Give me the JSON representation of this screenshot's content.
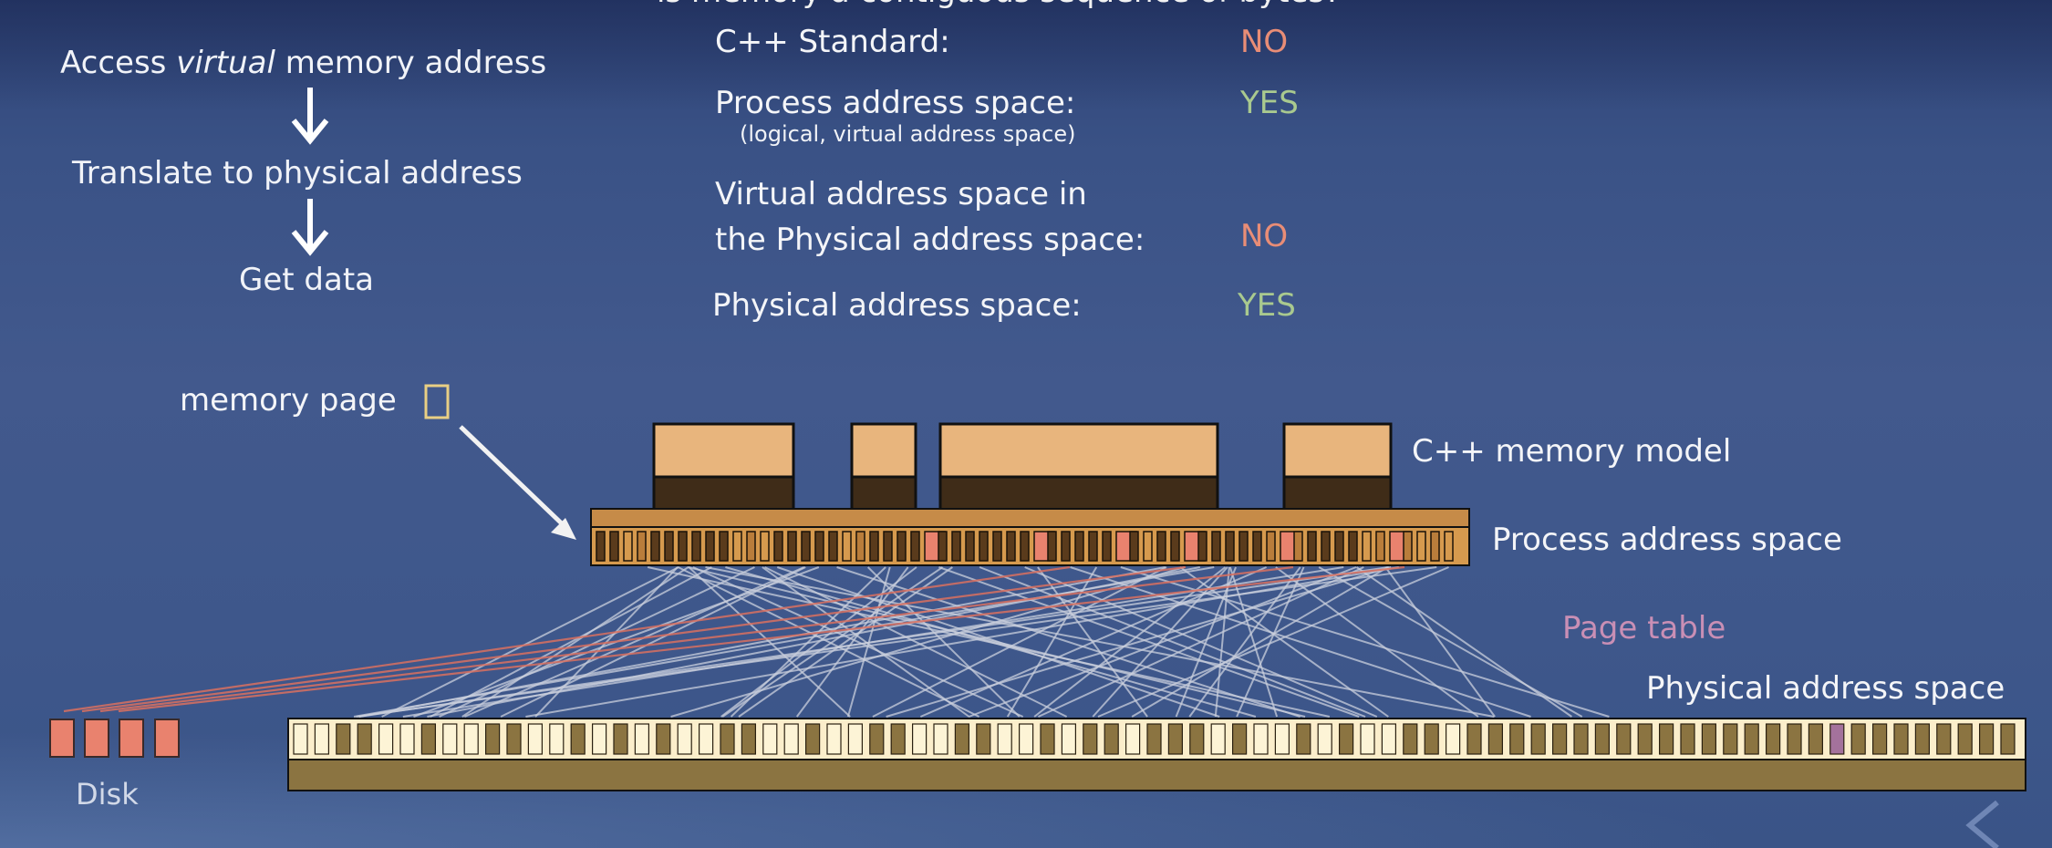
{
  "header_cut": "is memory a contiguous sequence of bytes?",
  "flow": {
    "step1_pre": "Access ",
    "step1_em": "virtual",
    "step1_post": " memory address",
    "step2": "Translate to physical address",
    "step3": "Get data"
  },
  "questions": [
    {
      "label": "C++ Standard:",
      "answer": "NO"
    },
    {
      "label": "Process address space:",
      "sublabel": "(logical, virtual address space)",
      "answer": "YES"
    },
    {
      "label_line1": "Virtual address space in",
      "label_line2": "the Physical address space:",
      "answer": "NO"
    },
    {
      "label": "Physical address space:",
      "answer": "YES"
    }
  ],
  "diagram": {
    "memory_page_label": "memory page",
    "cpp_model_label": "C++ memory model",
    "process_space_label": "Process address space",
    "page_table_label": "Page table",
    "physical_space_label": "Physical address space",
    "disk_label": "Disk",
    "colors": {
      "page_light": "#e8b57d",
      "page_dark": "#3f2c18",
      "process_bar": "#c68b48",
      "mapped_page": "#e9826e",
      "physical_light": "#fdf4d6",
      "physical_dark": "#8b7441",
      "physical_swapped": "#a4729c",
      "page_table_line": "#c9cfdc",
      "page_table_red": "#d9705f"
    }
  }
}
